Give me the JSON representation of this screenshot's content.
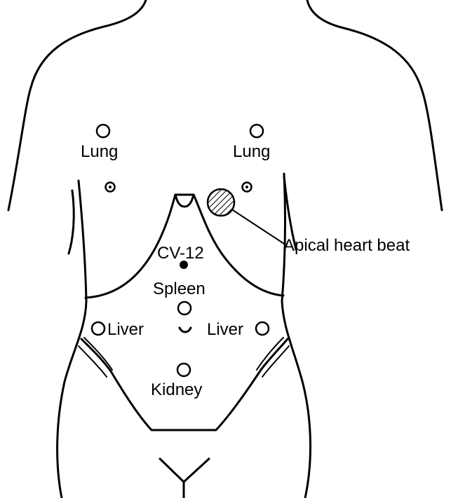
{
  "labels": {
    "lung_left": "Lung",
    "lung_right": "Lung",
    "apical_heart_beat": "Apical heart beat",
    "cv12": "CV-12",
    "spleen": "Spleen",
    "liver_left": "Liver",
    "liver_right": "Liver",
    "kidney": "Kidney"
  },
  "colors": {
    "ink": "#000000",
    "paper": "#ffffff"
  }
}
